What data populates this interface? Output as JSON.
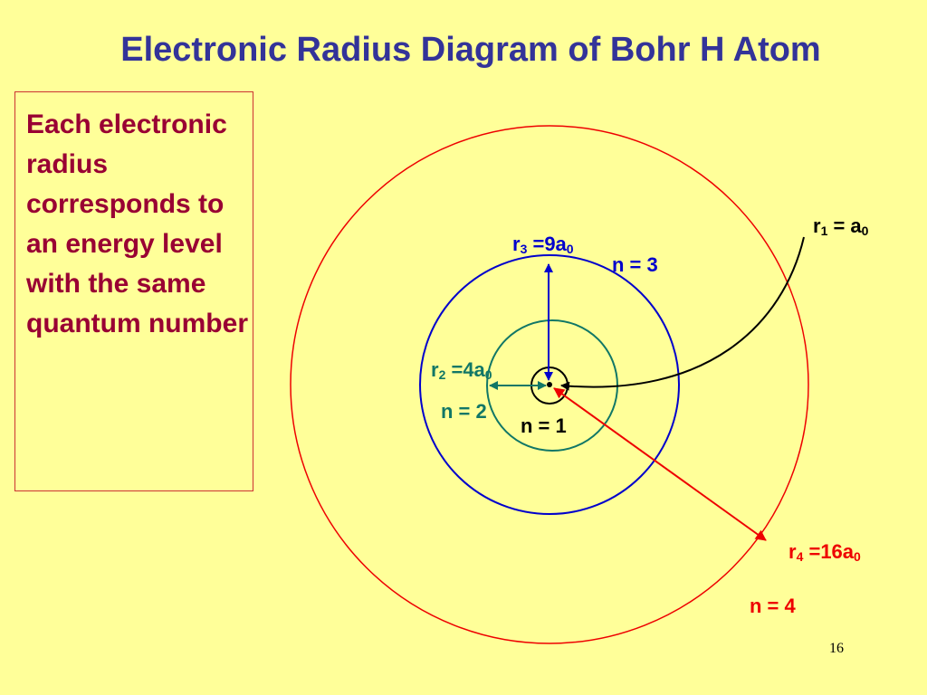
{
  "title": "Electronic Radius Diagram of Bohr H Atom",
  "description": "Each electronic radius corresponds to an energy level with the same quantum number",
  "orbits": [
    {
      "n_label": "n = 1",
      "radius_symbol": "r",
      "radius_sub": "1",
      "radius_eq": " = a",
      "radius_unit_sub": "0",
      "color": "#000000"
    },
    {
      "n_label": "n = 2",
      "radius_symbol": "r",
      "radius_sub": "2",
      "radius_eq": " =4a",
      "radius_unit_sub": "0",
      "color": "#117766"
    },
    {
      "n_label": "n = 3",
      "radius_symbol": "r",
      "radius_sub": "3",
      "radius_eq": " =9a",
      "radius_unit_sub": "0",
      "color": "#0000cc"
    },
    {
      "n_label": "n = 4",
      "radius_symbol": "r",
      "radius_sub": "4",
      "radius_eq": " =16a",
      "radius_unit_sub": "0",
      "color": "#ee0000"
    }
  ],
  "page_number": "16",
  "colors": {
    "background": "#ffff99",
    "title": "#333399",
    "description_text": "#990033",
    "description_border": "#cc3333"
  }
}
